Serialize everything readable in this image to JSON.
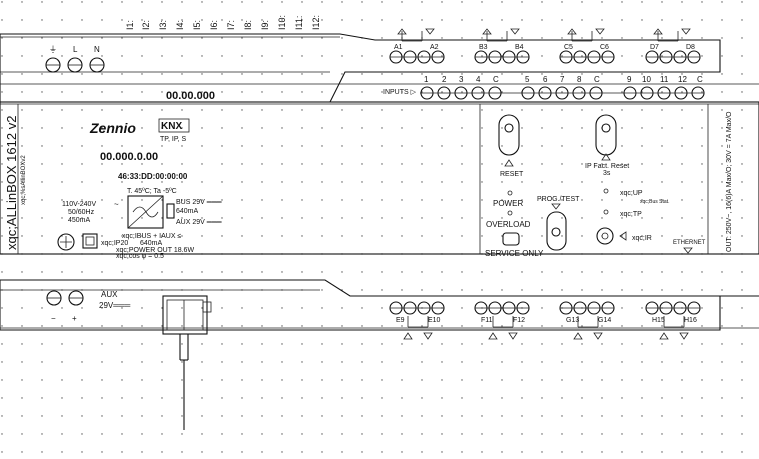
{
  "input_labels_top": [
    "I1:",
    "I2:",
    "I3:",
    "I4:",
    "I5:",
    "I6:",
    "I7:",
    "I8:",
    "I9:",
    "I10:",
    "I11:",
    "I12:"
  ],
  "power_terminals": [
    "⏚",
    "L",
    "N"
  ],
  "top_output_pairs": [
    [
      "A1",
      "A2"
    ],
    [
      "B3",
      "B4"
    ],
    [
      "C5",
      "C6"
    ],
    [
      "D7",
      "D8"
    ]
  ],
  "inputs_label": "INPUTS ▷",
  "input_numbers": [
    "1",
    "2",
    "3",
    "4",
    "C",
    "5",
    "6",
    "7",
    "8",
    "C",
    "9",
    "10",
    "11",
    "12",
    "C"
  ],
  "device_address_top": "00.00.000",
  "brand": "Zennio",
  "brand_mark": "KNX",
  "knx_sub": "TP, IP, S",
  "model": "xqc;ALLinBOX 1612 v2",
  "model_sub": "xqc;%sAllinBOXv2",
  "device_address": "00.000.0.00",
  "mac_address": "46:33:DD:00:00:00",
  "supply_text": [
    "110V-240V",
    "50/60Hz",
    "450mA"
  ],
  "temp_text": "T. 45ºC; Ta -5ºC",
  "bus_text": [
    "BUS 29V ═══",
    "640mA",
    "AUX 29V ═══"
  ],
  "bus_aux_text": [
    "xqc;IBUS + IAUX ≤",
    "640mA",
    "xqc;POWER OUT 18.6W",
    "xqc;cos φ = 0.5"
  ],
  "ip_text": "xqc;IP20",
  "reset_label": "RESET",
  "factory_reset_label": [
    "IP Fact. Reset",
    "3s"
  ],
  "power_label": "POWER",
  "overload_label": "OVERLOAD",
  "prog_test_label": "PROG./TEST",
  "service_only_label": "SERVICE ONLY",
  "status_leds": [
    "xqc;UP",
    "xqc;Bus Stat.",
    "xqc;TP"
  ],
  "ir_label": "xqc;IR",
  "ethernet_label": "ETHERNET",
  "side_text": "OUT: 250V~, 16(6)A Max/O; 30V = 7A Max/O",
  "aux_label": [
    "AUX",
    "29V═══"
  ],
  "aux_terminals": [
    "−",
    "+"
  ],
  "bottom_output_pairs": [
    [
      "E9",
      "E10"
    ],
    [
      "F11",
      "F12"
    ],
    [
      "G13",
      "G14"
    ],
    [
      "H15",
      "H16"
    ]
  ]
}
